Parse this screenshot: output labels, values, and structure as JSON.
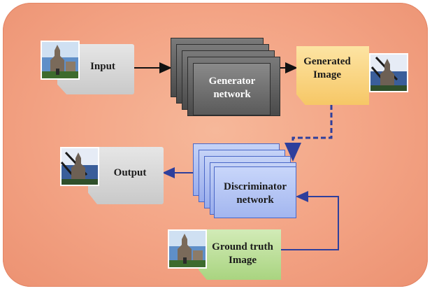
{
  "diagram": {
    "input_label": "Input",
    "generator_label": "Generator network",
    "generated_label": "Generated Image",
    "discriminator_label": "Discriminator network",
    "output_label": "Output",
    "ground_truth_label": "Ground truth Image"
  },
  "colors": {
    "background": "#f3a384",
    "generator": "#5a5a5a",
    "discriminator": "#a3b6ef",
    "generated_card": "#f6c766",
    "ground_truth_card": "#a9d480",
    "io_card": "#cfcfcf",
    "arrow_black": "#111111",
    "arrow_blue": "#2e3f9c"
  },
  "icons": {
    "image_thumbnail": "church-photo-icon"
  }
}
